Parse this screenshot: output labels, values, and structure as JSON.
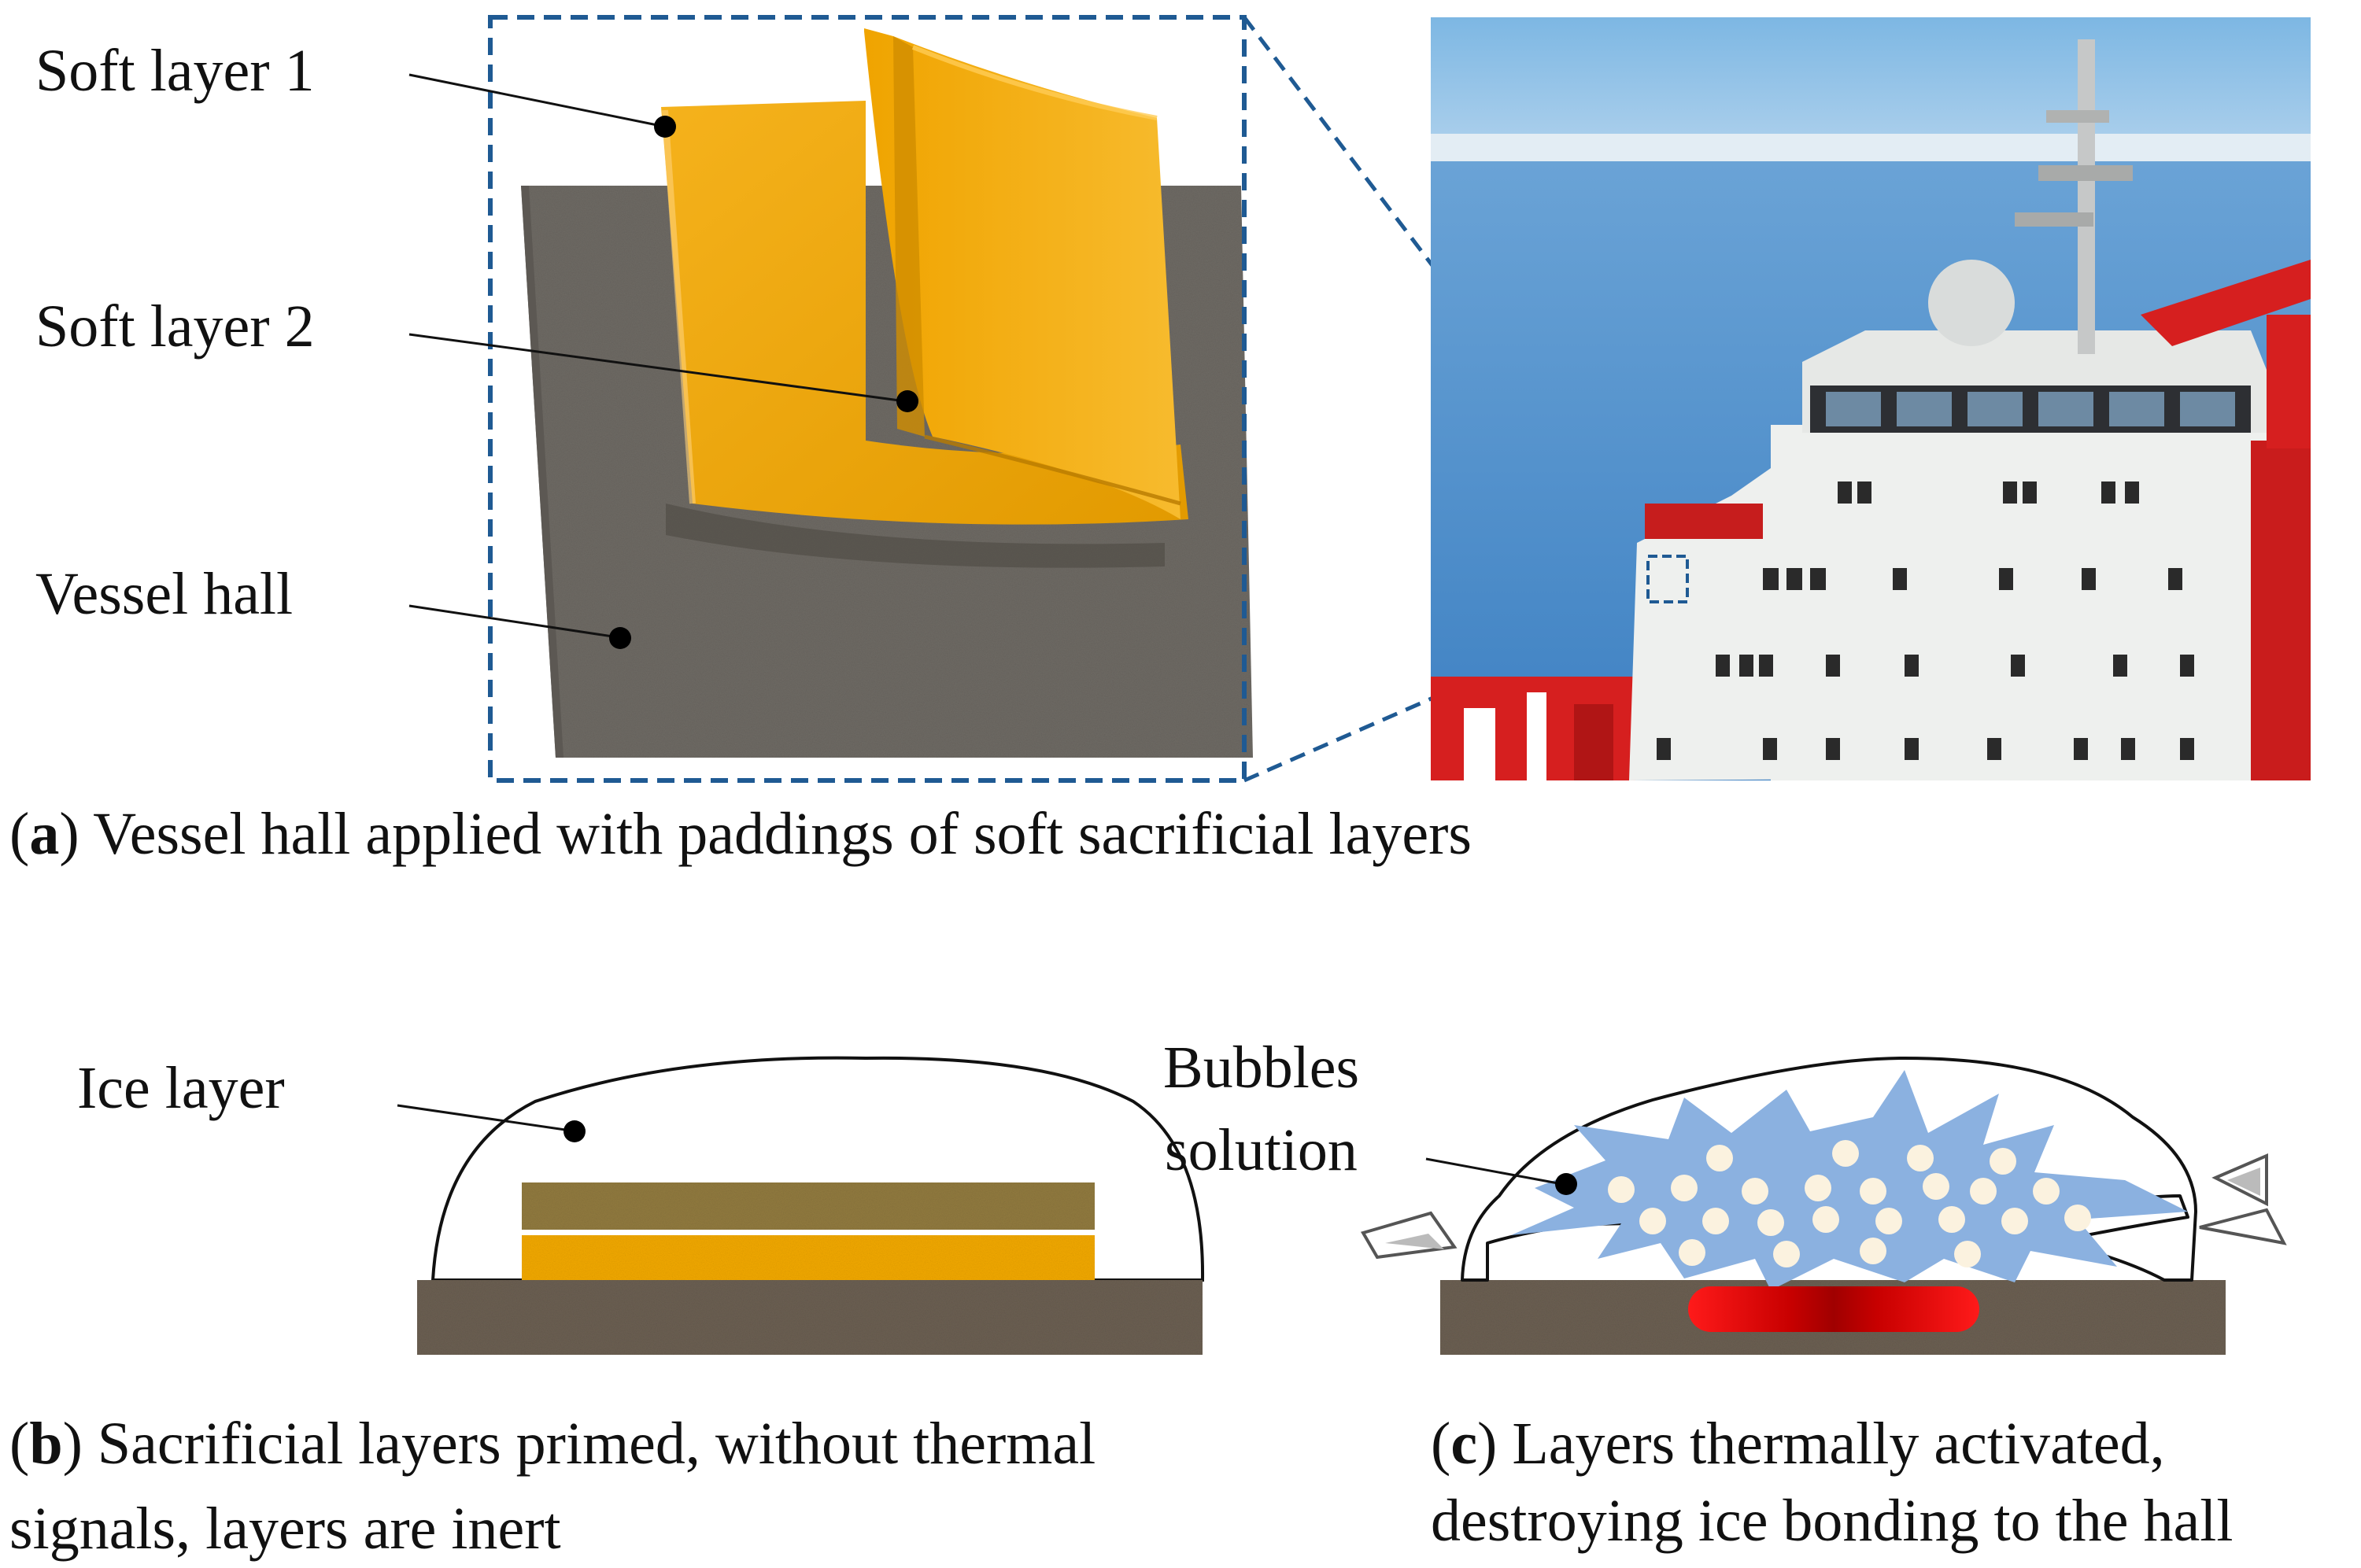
{
  "panel_a": {
    "labels": {
      "soft_layer_1": "Soft layer 1",
      "soft_layer_2": "Soft layer 2",
      "vessel_hall": "Vessel hall"
    },
    "caption": {
      "letter": "a",
      "text": "Vessel hall applied with paddings of soft sacrificial layers"
    }
  },
  "panel_b": {
    "labels": {
      "ice_layer": "Ice layer"
    },
    "caption": {
      "letter": "b",
      "line1": "Sacrificial layers primed, without thermal",
      "line2": "signals, layers are inert"
    }
  },
  "panel_c": {
    "labels": {
      "bubbles_line1": "Bubbles",
      "bubbles_line2": "solution"
    },
    "caption": {
      "letter": "c",
      "line1": "Layers thermally activated,",
      "line2": "destroying ice bonding to the hall"
    }
  },
  "colors": {
    "soft_layer": "#f2a900",
    "soft_layer_dark": "#c98400",
    "primed_layer": "#917a3f",
    "hull_gray": "#6e6a64",
    "substrate": "#6b5f52",
    "accent_blue": "#1f5a93",
    "bubbles_blue": "#8bb1e0",
    "bubble_cream": "#fbf2df",
    "heat_red": "#ee1111",
    "ship_white": "#eef0ee",
    "ship_red": "#d61f1f",
    "sky": "#8ec1e6",
    "sea": "#4c8fcb"
  }
}
